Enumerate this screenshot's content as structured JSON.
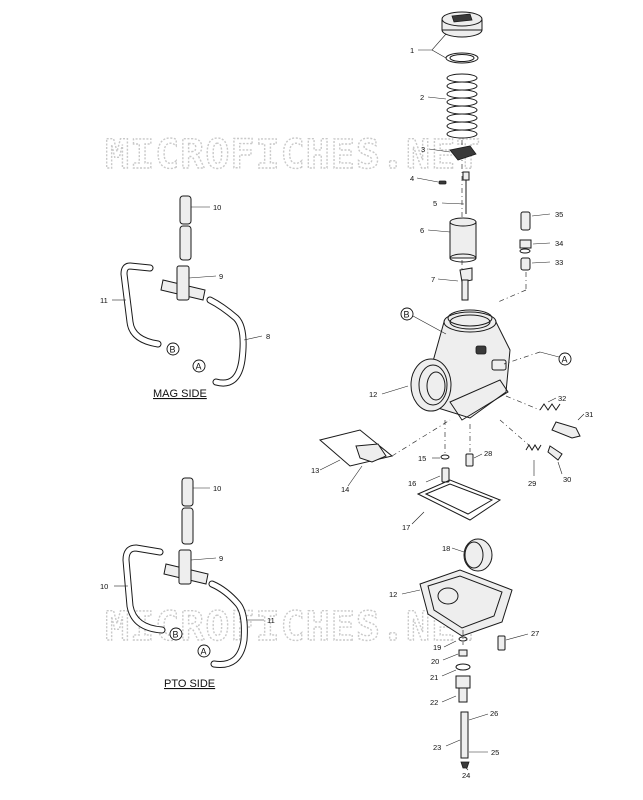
{
  "watermark": "MICROFICHES.NET",
  "sides": {
    "mag": "MAG SIDE",
    "pto": "PTO SIDE"
  },
  "refs": {
    "a": "A",
    "b": "B"
  },
  "callouts": {
    "c1": "1",
    "c2": "2",
    "c3": "3",
    "c4": "4",
    "c5": "5",
    "c6": "6",
    "c7": "7",
    "c12a": "12",
    "c12b": "12",
    "c13": "13",
    "c14": "14",
    "c15": "15",
    "c16": "16",
    "c17": "17",
    "c18": "18",
    "c19": "19",
    "c20": "20",
    "c21": "21",
    "c22": "22",
    "c23": "23",
    "c24": "24",
    "c25": "25",
    "c26": "26",
    "c27": "27",
    "c28": "28",
    "c29": "29",
    "c30": "30",
    "c31": "31",
    "c32": "32",
    "c33": "33",
    "c34": "34",
    "c35": "35",
    "mag10": "10",
    "mag9": "9",
    "mag11": "11",
    "mag8": "8",
    "pto10a": "10",
    "pto9": "9",
    "pto10b": "10",
    "pto11": "11"
  }
}
